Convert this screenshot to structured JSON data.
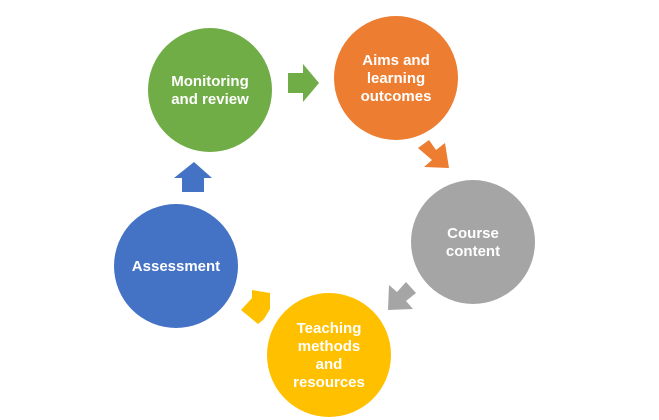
{
  "diagram": {
    "nodes": [
      {
        "id": "monitoring",
        "lines": [
          "Monitoring",
          "and review"
        ],
        "color": "#70ad47"
      },
      {
        "id": "aims",
        "lines": [
          "Aims and",
          "learning",
          "outcomes"
        ],
        "color": "#ed7d31"
      },
      {
        "id": "content",
        "lines": [
          "Course",
          "content"
        ],
        "color": "#a5a5a5"
      },
      {
        "id": "teaching",
        "lines": [
          "Teaching",
          "methods",
          "and",
          "resources"
        ],
        "color": "#ffc000"
      },
      {
        "id": "assessment",
        "lines": [
          "Assessment"
        ],
        "color": "#4472c4"
      }
    ]
  }
}
